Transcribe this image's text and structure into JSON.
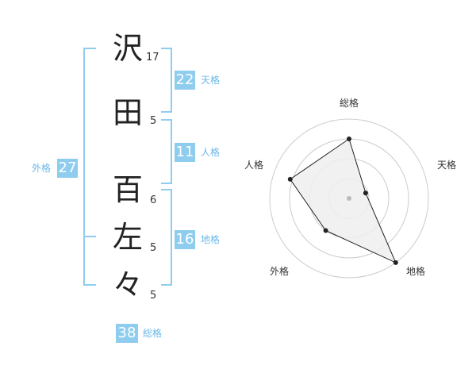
{
  "name": {
    "chars": [
      "沢",
      "田",
      "百",
      "左",
      "々"
    ],
    "strokes": [
      "17",
      "5",
      "6",
      "5",
      "5"
    ]
  },
  "fortunes": {
    "tenkaku": {
      "label": "天格",
      "value": "22"
    },
    "jinkaku": {
      "label": "人格",
      "value": "11"
    },
    "chikaku": {
      "label": "地格",
      "value": "16"
    },
    "gaikaku": {
      "label": "外格",
      "value": "27"
    },
    "soukaku": {
      "label": "総格",
      "value": "38"
    }
  },
  "radar": {
    "axes": [
      "総格",
      "天格",
      "地格",
      "外格",
      "人格"
    ],
    "values": [
      0.75,
      0.22,
      1.0,
      0.5,
      0.78
    ],
    "ring_count": 4,
    "colors": {
      "ring": "#cccccc",
      "fill": "#efefef",
      "stroke": "#222222",
      "point": "#222222",
      "center": "#bbbbbb"
    }
  }
}
